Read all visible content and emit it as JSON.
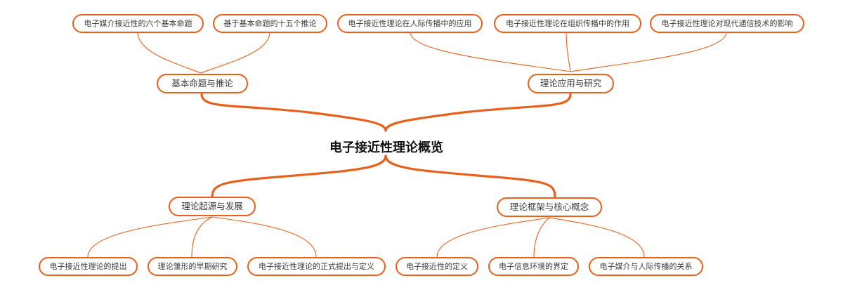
{
  "mindmap": {
    "root": {
      "label": "电子接近性理论概览"
    },
    "colors": {
      "branch": "#e8601c",
      "node_border": "#e8601c",
      "text": "#3a3a3a",
      "root_text": "#111111"
    },
    "branches": [
      {
        "label": "基本命题与推论",
        "children": [
          {
            "label": "电子媒介接近性的六个基本命题"
          },
          {
            "label": "基于基本命题的十五个推论"
          }
        ]
      },
      {
        "label": "理论应用与研究",
        "children": [
          {
            "label": "电子接近性理论在人际传播中的应用"
          },
          {
            "label": "电子接近性理论在组织传播中的作用"
          },
          {
            "label": "电子接近性理论对现代通信技术的影响"
          }
        ]
      },
      {
        "label": "理论起源与发展",
        "children": [
          {
            "label": "电子接近性理论的提出"
          },
          {
            "label": "理论雏形的早期研究"
          },
          {
            "label": "电子接近性理论的正式提出与定义"
          }
        ]
      },
      {
        "label": "理论框架与核心概念",
        "children": [
          {
            "label": "电子接近性的定义"
          },
          {
            "label": "电子信息环境的界定"
          },
          {
            "label": "电子媒介与人际传播的关系"
          }
        ]
      }
    ]
  }
}
